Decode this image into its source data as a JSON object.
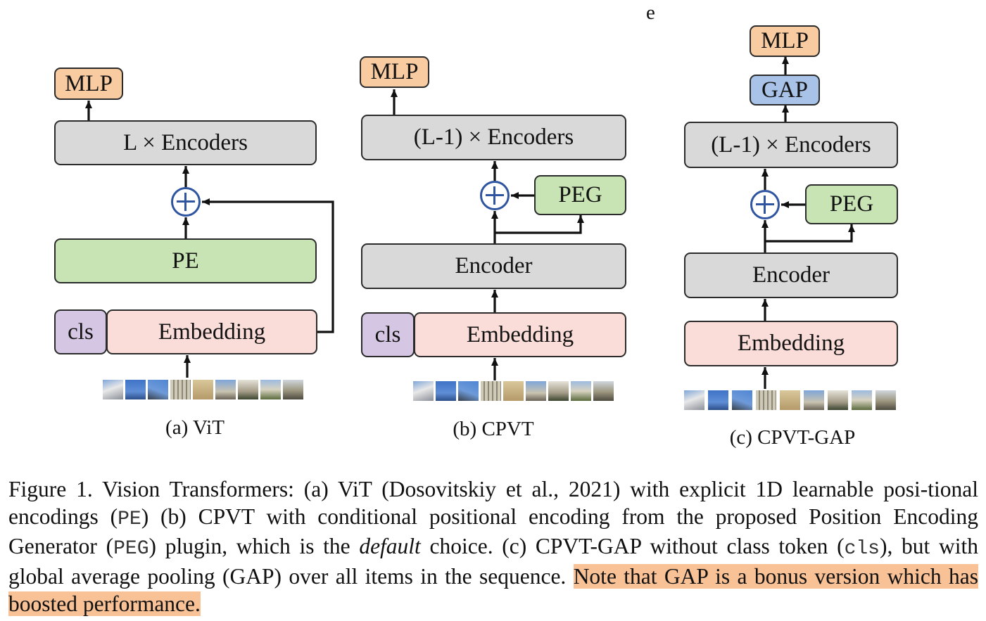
{
  "stray_text": "e",
  "panels": {
    "vit": {
      "mlp": "MLP",
      "encoders": "L × Encoders",
      "pe": "PE",
      "cls": "cls",
      "embedding": "Embedding",
      "label": "(a) ViT"
    },
    "cpvt": {
      "mlp": "MLP",
      "encoders": "(L-1) × Encoders",
      "peg": "PEG",
      "encoder": "Encoder",
      "cls": "cls",
      "embedding": "Embedding",
      "label": "(b) CPVT"
    },
    "cpvt_gap": {
      "mlp": "MLP",
      "gap": "GAP",
      "encoders": "(L-1) × Encoders",
      "peg": "PEG",
      "encoder": "Encoder",
      "embedding": "Embedding",
      "label": "(c) CPVT-GAP"
    }
  },
  "colors": {
    "gray_box": "#d9d9d9",
    "pe_green": "#c8e3b4",
    "embedding_pink": "#fadcd8",
    "cls_purple": "#d5c7e3",
    "mlp_orange": "#f9cba0",
    "gap_blue": "#a8c2e8",
    "plus_blue": "#2f55a0",
    "highlight": "#f9c196"
  },
  "icons": {
    "sum": "circled-plus-icon",
    "patches": "image-patch-thumbnails"
  },
  "caption": {
    "t1": "Figure 1.  Vision Transformers: (a) ViT (Dosovitskiy et al., 2021) with explicit 1D learnable posi-tional encodings (",
    "code_pe": "PE",
    "t2": ") (b) CPVT with conditional positional encoding from the proposed Position Encoding Generator (",
    "code_peg": "PEG",
    "t3": ") plugin, which is the ",
    "em": "default",
    "t4": " choice. (c) CPVT-GAP without class token (",
    "code_cls": "cls",
    "t5": "), but with global average pooling (GAP) over all items in the sequence. ",
    "highlight": "Note that GAP is a bonus version which has boosted performance."
  }
}
